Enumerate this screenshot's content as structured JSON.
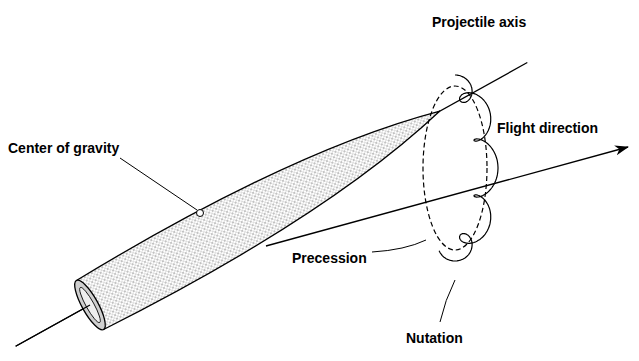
{
  "diagram": {
    "labels": [
      "Projectile axis",
      "Flight direction",
      "Center of gravity",
      "Precession",
      "Nutation"
    ]
  }
}
